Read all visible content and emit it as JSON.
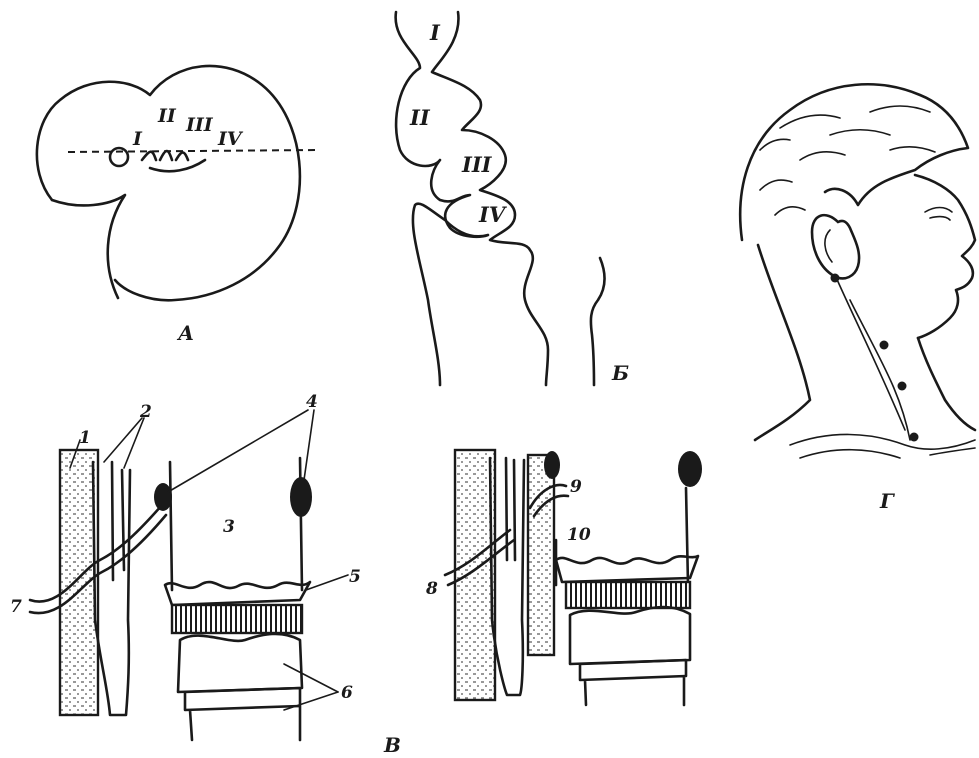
{
  "panels": {
    "a": {
      "letter": "А",
      "arches": [
        "I",
        "II",
        "III",
        "IV"
      ]
    },
    "b": {
      "letter": "Б",
      "pouches": [
        "I",
        "II",
        "III",
        "IV"
      ]
    },
    "c": {
      "letter": "В",
      "numbers": [
        "1",
        "2",
        "3",
        "4",
        "5",
        "6",
        "7",
        "8",
        "9",
        "10"
      ]
    },
    "d": {
      "letter": "Г"
    }
  }
}
